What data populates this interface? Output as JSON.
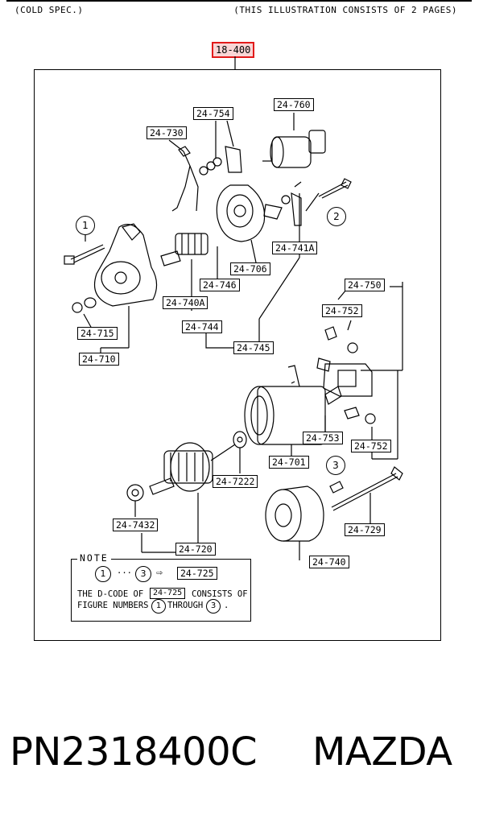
{
  "header": {
    "left": "(COLD SPEC.)",
    "right": "(THIS ILLUSTRATION CONSISTS OF  2 PAGES)"
  },
  "group_tag": "18-400",
  "labels": {
    "l24760": "24-760",
    "l24754": "24-754",
    "l24730": "24-730",
    "l24741A": "24-741A",
    "l24706": "24-706",
    "l24746": "24-746",
    "l24740A": "24-740A",
    "l24744": "24-744",
    "l24745": "24-745",
    "l24715": "24-715",
    "l24710": "24-710",
    "l24750": "24-750",
    "l24752a": "24-752",
    "l24753": "24-753",
    "l24752b": "24-752",
    "l24701": "24-701",
    "l24722": "24-7222",
    "l24729": "24-729",
    "l24743": "24-7432",
    "l24720": "24-720",
    "l24740": "24-740"
  },
  "callouts": {
    "c1": "1",
    "c2": "2",
    "c3": "3"
  },
  "note": {
    "title": "NOTE",
    "c1": "1",
    "dots": "···",
    "c3": "3",
    "arrow": "⇨",
    "code": "24-725",
    "line1_a": "THE D-CODE OF",
    "line1_code": "24-725",
    "line1_b": "CONSISTS OF",
    "line2_a": "FIGURE NUMBERS",
    "line2_c1": "1",
    "line2_mid": "THROUGH",
    "line2_c3": "3",
    "line2_end": "."
  },
  "footer": {
    "part_number": "PN2318400C",
    "brand": "MAZDA"
  }
}
